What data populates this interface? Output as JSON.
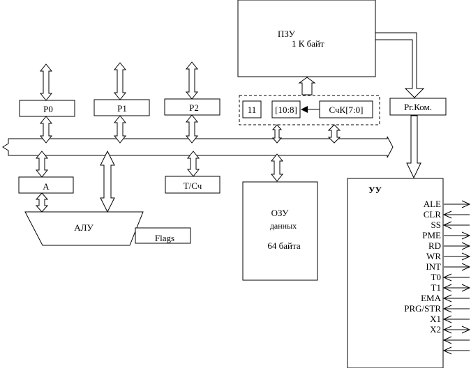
{
  "rom": {
    "title": "ПЗУ",
    "size": "1 К байт"
  },
  "ports": [
    {
      "id": "p0",
      "label": "P0"
    },
    {
      "id": "p1",
      "label": "P1"
    },
    {
      "id": "p2",
      "label": "P2"
    }
  ],
  "program_counter": {
    "high_const": "11",
    "high_bits": "[10:8]",
    "low_bits": "СчК[7:0]"
  },
  "instruction_register": {
    "label": "Рг.Ком."
  },
  "accumulator": {
    "label": "A"
  },
  "timer_counter": {
    "label": "Т/Сч"
  },
  "alu": {
    "label": "АЛУ"
  },
  "flags": {
    "label": "Flags"
  },
  "ram": {
    "title": "ОЗУ",
    "subtitle": "данных",
    "size": "64  байта"
  },
  "control_unit": {
    "title": "УУ",
    "signals": [
      {
        "name": "ALE",
        "direction": "out"
      },
      {
        "name": "CLR",
        "direction": "in"
      },
      {
        "name": "SS",
        "direction": "in"
      },
      {
        "name": "PME",
        "direction": "out"
      },
      {
        "name": "RD",
        "direction": "out"
      },
      {
        "name": "WR",
        "direction": "out"
      },
      {
        "name": "INT",
        "direction": "out"
      },
      {
        "name": "T0",
        "direction": "in"
      },
      {
        "name": "T1",
        "direction": "bidirectional"
      },
      {
        "name": "EMA",
        "direction": "in"
      },
      {
        "name": "PRG/STR",
        "direction": "in"
      },
      {
        "name": "X1",
        "direction": "in"
      },
      {
        "name": "X2",
        "direction": "bidirectional"
      },
      {
        "name": "",
        "direction": "in"
      },
      {
        "name": "",
        "direction": "in"
      }
    ]
  }
}
